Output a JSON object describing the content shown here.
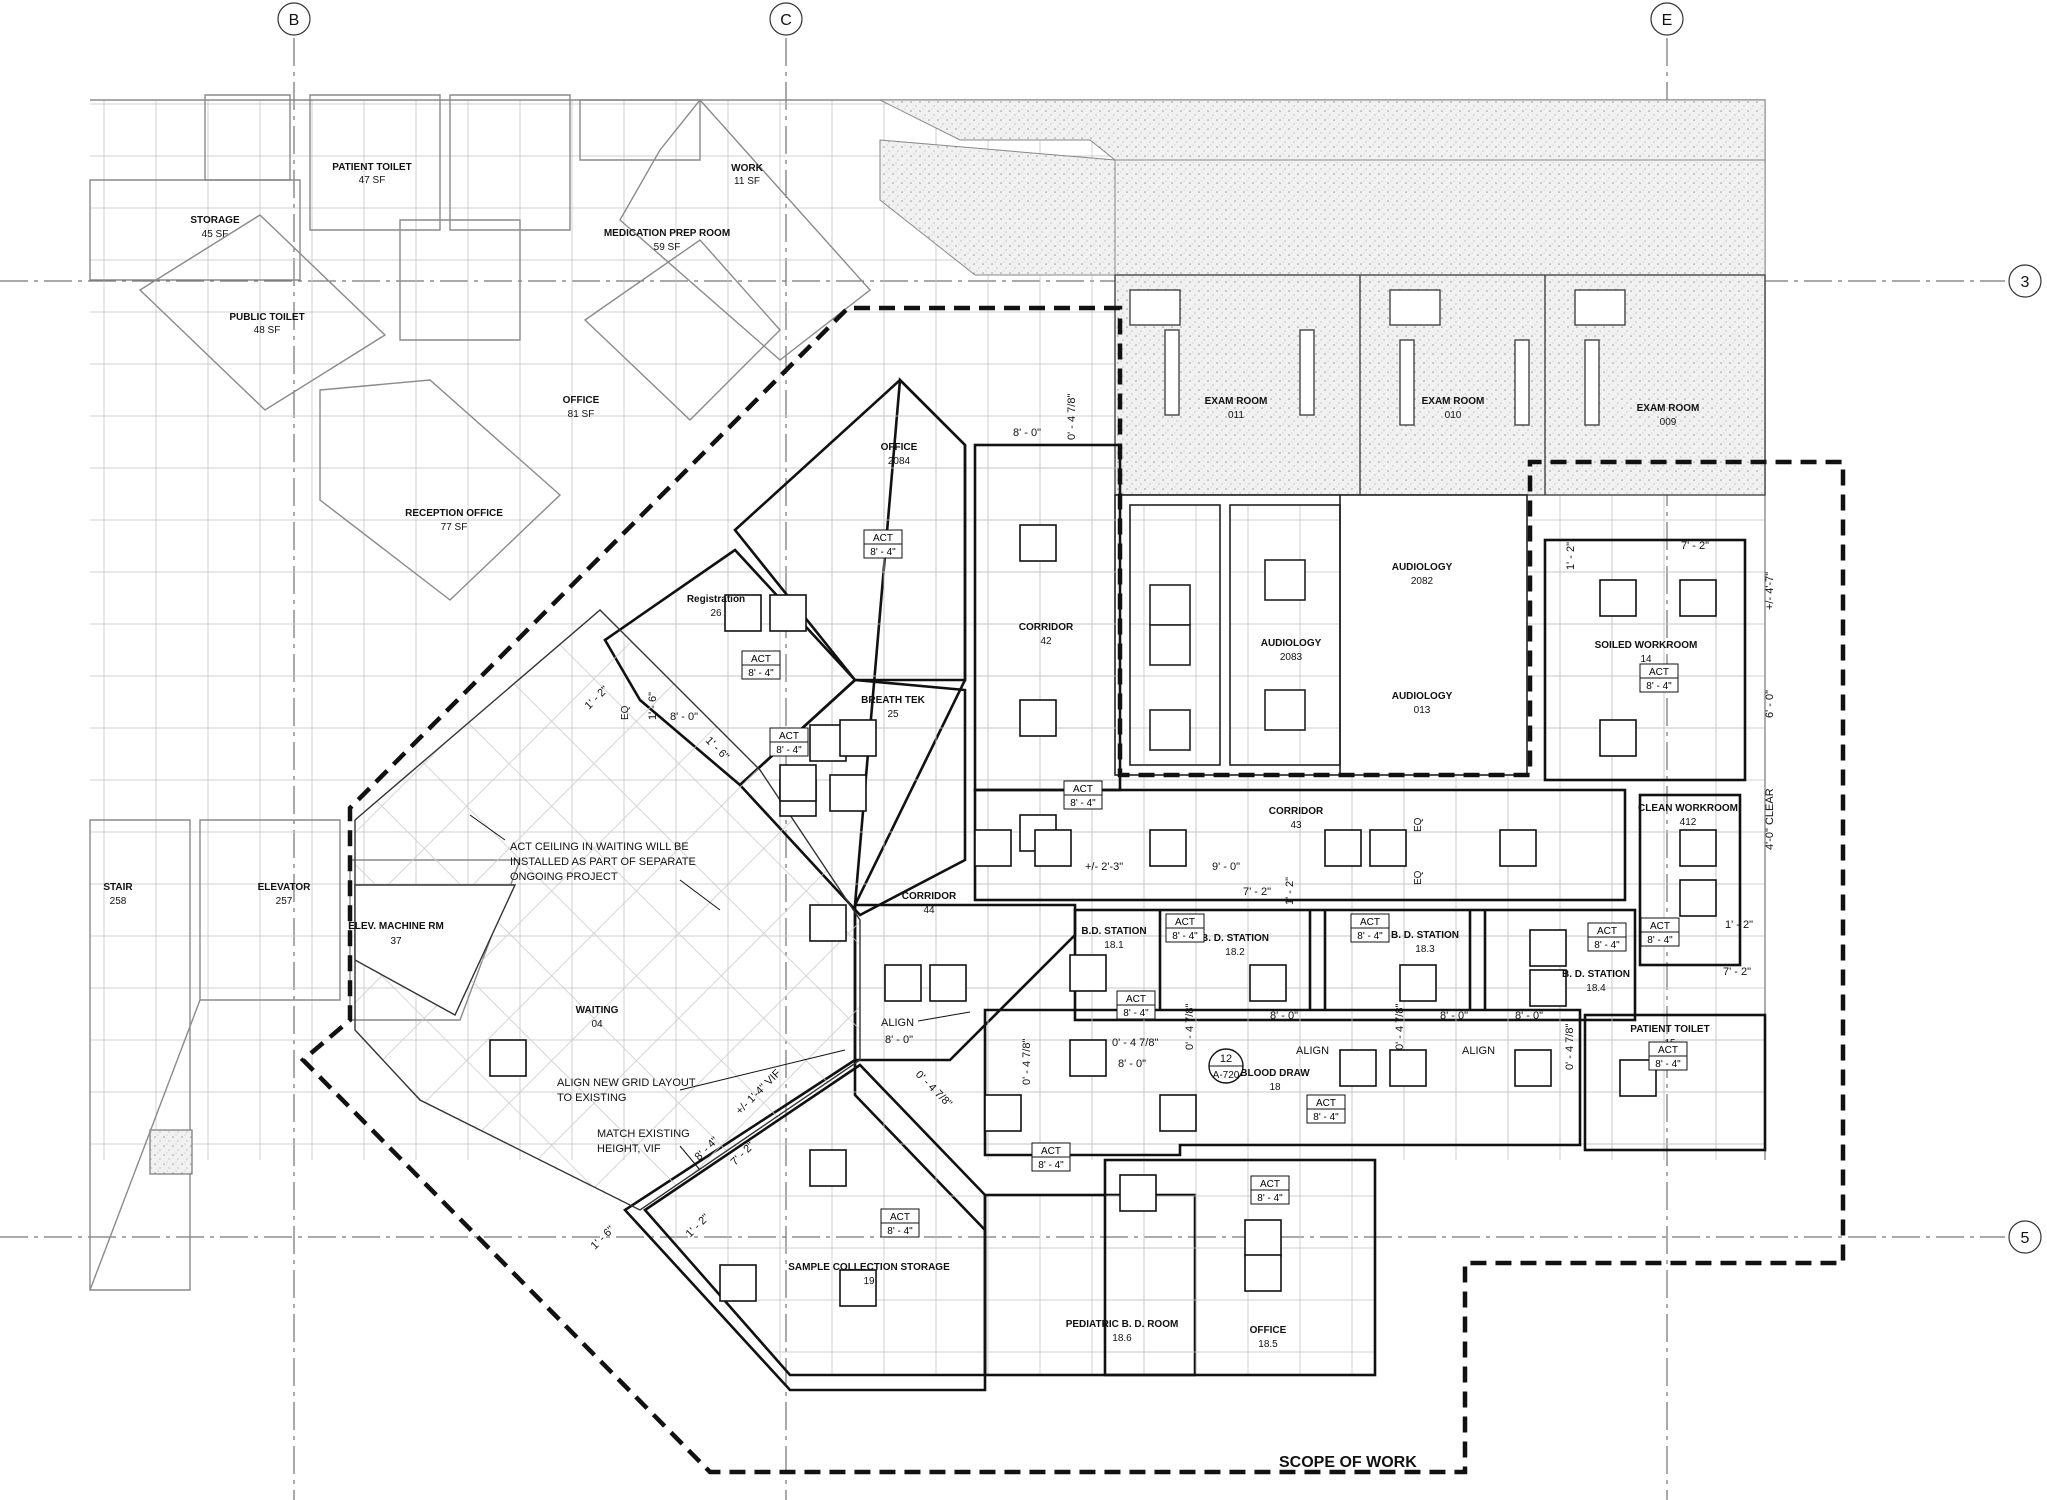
{
  "grid_bubbles": {
    "b": "B",
    "c": "C",
    "e": "E",
    "r3": "3",
    "r5": "5"
  },
  "rooms": {
    "patient_toilet_47": {
      "name": "PATIENT TOILET",
      "num": "47 SF"
    },
    "storage_45": {
      "name": "STORAGE",
      "num": "45 SF"
    },
    "public_toilet": {
      "name": "PUBLIC TOILET",
      "num": "48 SF"
    },
    "work_11": {
      "name": "WORK",
      "num": "11 SF"
    },
    "med_prep": {
      "name": "MEDICATION PREP ROOM",
      "num": "59 SF"
    },
    "office_81": {
      "name": "OFFICE",
      "num": "81 SF"
    },
    "reception": {
      "name": "RECEPTION OFFICE",
      "num": "77 SF"
    },
    "office_2084": {
      "name": "OFFICE",
      "num": "2084"
    },
    "registration": {
      "name": "Registration",
      "num": "26"
    },
    "breath_tek": {
      "name": "BREATH TEK",
      "num": "25"
    },
    "corridor_42": {
      "name": "CORRIDOR",
      "num": "42"
    },
    "exam_011": {
      "name": "EXAM ROOM",
      "num": "011"
    },
    "exam_010": {
      "name": "EXAM ROOM",
      "num": "010"
    },
    "exam_009": {
      "name": "EXAM ROOM",
      "num": "009"
    },
    "audiology_2082": {
      "name": "AUDIOLOGY",
      "num": "2082"
    },
    "audiology_2083": {
      "name": "AUDIOLOGY",
      "num": "2083"
    },
    "audiology_013": {
      "name": "AUDIOLOGY",
      "num": "013"
    },
    "soiled": {
      "name": "SOILED WORKROOM",
      "num": "14"
    },
    "clean": {
      "name": "CLEAN WORKROOM",
      "num": "412"
    },
    "corridor_43": {
      "name": "CORRIDOR",
      "num": "43"
    },
    "corridor_44": {
      "name": "CORRIDOR",
      "num": "44"
    },
    "stair": {
      "name": "STAIR",
      "num": "258"
    },
    "elevator": {
      "name": "ELEVATOR",
      "num": "257"
    },
    "elev_machine": {
      "name": "ELEV. MACHINE RM",
      "num": "37"
    },
    "waiting": {
      "name": "WAITING",
      "num": "04"
    },
    "bd_181": {
      "name": "B.D. STATION",
      "num": "18.1"
    },
    "bd_182": {
      "name": "B. D. STATION",
      "num": "18.2"
    },
    "bd_183": {
      "name": "B. D. STATION",
      "num": "18.3"
    },
    "bd_184": {
      "name": "B. D. STATION",
      "num": "18.4"
    },
    "blood_draw": {
      "name": "BLOOD DRAW",
      "num": "18"
    },
    "patient_toilet_15": {
      "name": "PATIENT TOILET",
      "num": "15"
    },
    "sample": {
      "name": "SAMPLE COLLECTION STORAGE",
      "num": "19"
    },
    "pediatric": {
      "name": "PEDIATRIC B. D. ROOM",
      "num": "18.6"
    },
    "office_185": {
      "name": "OFFICE",
      "num": "18.5"
    }
  },
  "tags": {
    "act": "ACT",
    "height": "8' - 4\""
  },
  "notes": {
    "act_ceiling": [
      "ACT CEILING IN WAITING WILL BE",
      "INSTALLED AS PART OF SEPARATE",
      "ONGOING PROJECT"
    ],
    "align_grid": [
      "ALIGN NEW GRID LAYOUT",
      "TO EXISTING"
    ],
    "match_height": [
      "MATCH EXISTING",
      "HEIGHT, VIF"
    ],
    "align": "ALIGN",
    "scope": "SCOPE OF WORK",
    "eq": "EQ",
    "section_num": "12",
    "section_sheet": "A-720"
  },
  "dims": {
    "d8_0": "8' - 0\"",
    "d0_478": "0' - 4 7/8\"",
    "d7_2": "7' - 2\"",
    "d1_2": "1' - 2\"",
    "d1_6": "1' - 6\"",
    "d447": "+/- 4'-7\"",
    "d6_0": "6' - 0\"",
    "d4clear": "4'-0\" CLEAR",
    "d9_0": "9' - 0\"",
    "d2_3": "+/- 2'-3\"",
    "d11_4": "+/- 1'-4\" VIF"
  },
  "colors": {
    "line": "#222222",
    "hatch": "#bdbdbd",
    "paper": "#ffffff"
  }
}
